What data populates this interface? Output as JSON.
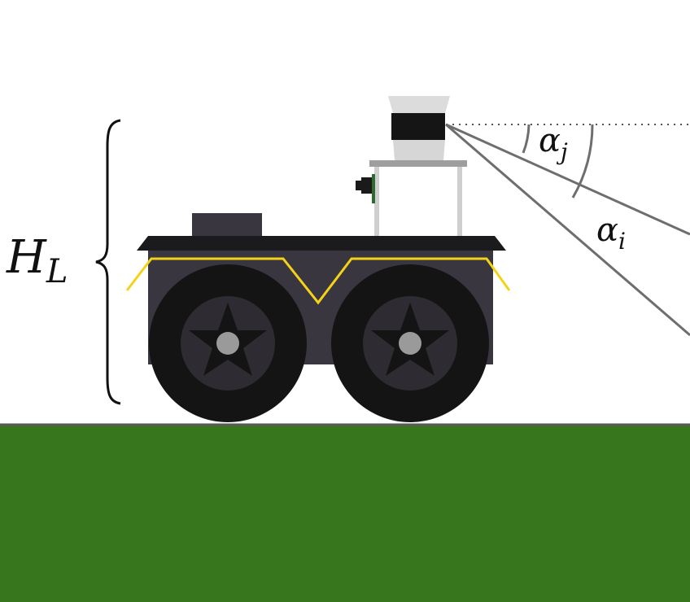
{
  "labels": {
    "height_main": "H",
    "height_sub": "L",
    "angle_j_main": "α",
    "angle_j_sub": "j",
    "angle_i_main": "α",
    "angle_i_sub": "i"
  },
  "colors": {
    "ground": "#38761d",
    "ground_line": "#5a5a5a",
    "robot_body": "#3a3640",
    "robot_top": "#1b1a1d",
    "tire": "#141414",
    "rim": "#2e2b33",
    "hub": "#9a9a9a",
    "accent_stripe": "#f3d31a",
    "lidar_housing": "#d9d9d9",
    "lidar_band": "#151515",
    "mount": "#cfcfcf",
    "ray": "#6e6e6e"
  }
}
